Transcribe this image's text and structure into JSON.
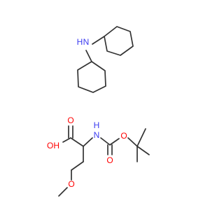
{
  "atoms": {
    "amine_n": "N",
    "amine_h": "H",
    "acid_o": "O",
    "acid_oh": "OH",
    "carbamate_n": "N",
    "carbamate_h": "H",
    "ester_o": "O",
    "carbonyl_o": "O",
    "ether_o": "O"
  },
  "colors": {
    "bond": "#333333",
    "nitrogen": "#3c3cf0",
    "oxygen": "#ff0000",
    "background": "#ffffff"
  }
}
